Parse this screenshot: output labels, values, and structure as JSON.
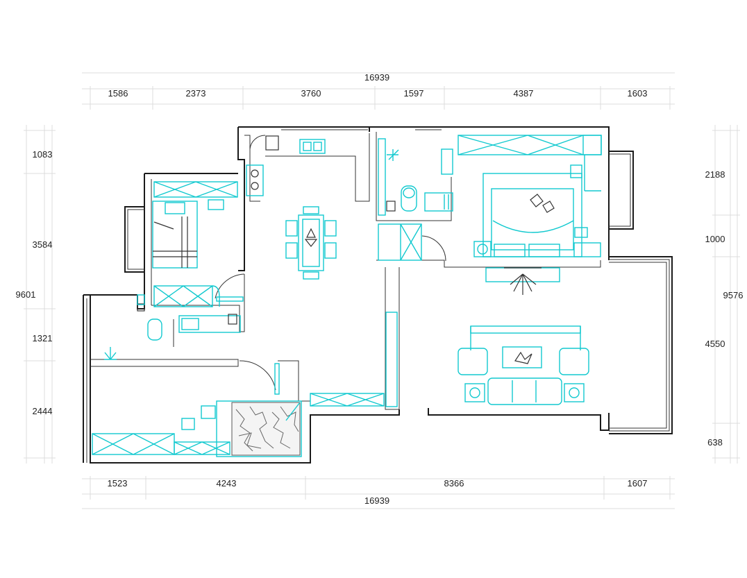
{
  "dimensions": {
    "top_total": "16939",
    "top_segments": [
      "1586",
      "2373",
      "3760",
      "1597",
      "4387",
      "1603"
    ],
    "bottom_total": "16939",
    "bottom_segments": [
      "1523",
      "4243",
      "8366",
      "1607"
    ],
    "left_total": "9601",
    "left_segments": [
      "1083",
      "3584",
      "1321",
      "2444"
    ],
    "right_total": "9576",
    "right_segments": [
      "2188",
      "1000",
      "4550",
      "638"
    ]
  },
  "colors": {
    "wall": "#1a1a1a",
    "furniture": "#12c9cf",
    "dimension_line": "#dcdcdc"
  }
}
